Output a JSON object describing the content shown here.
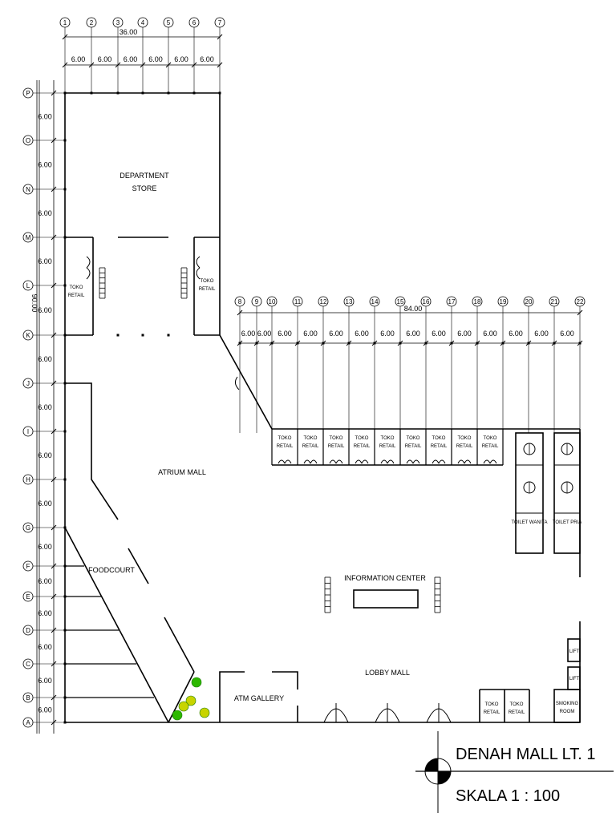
{
  "grid_columns_top": [
    "1",
    "2",
    "3",
    "4",
    "5",
    "6",
    "7"
  ],
  "grid_columns_right": [
    "8",
    "9",
    "10",
    "11",
    "12",
    "13",
    "14",
    "15",
    "16",
    "17",
    "18",
    "19",
    "20",
    "21",
    "22"
  ],
  "grid_rows": [
    "P",
    "O",
    "N",
    "M",
    "L",
    "K",
    "J",
    "I",
    "H",
    "G",
    "F",
    "E",
    "D",
    "C",
    "B",
    "A"
  ],
  "dimensions": {
    "top_total": "36.00",
    "top_bays": [
      "6.00",
      "6.00",
      "6.00",
      "6.00",
      "6.00",
      "6.00"
    ],
    "right_total": "84.00",
    "right_bays": [
      "6.00",
      "6.00",
      "6.00",
      "6.00",
      "6.00",
      "6.00",
      "6.00",
      "6.00",
      "6.00",
      "6.00",
      "6.00",
      "6.00",
      "6.00",
      "6.00"
    ],
    "left_total": "90.00",
    "left_bays": [
      "6.00",
      "6.00",
      "6.00",
      "6.00",
      "6.00",
      "6.00",
      "6.00",
      "6.00",
      "6.00",
      "6.00",
      "6.00",
      "6.00",
      "6.00",
      "6.00",
      "6.00"
    ]
  },
  "rooms": {
    "department_store": [
      "DEPARTMENT",
      "STORE"
    ],
    "atrium": "ATRIUM MALL",
    "foodcourt": "FOODCOURT",
    "information_center": "INFORMATION CENTER",
    "lobby": "LOBBY MALL",
    "atm": "ATM GALLERY",
    "retail": [
      "TOKO",
      "RETAIL"
    ],
    "toilet_women": "TOILET WANITA",
    "toilet_men": "TOILET PRIA",
    "lift": "LIFT",
    "smoking": [
      "SMOKING",
      "ROOM"
    ]
  },
  "title_block": {
    "title": "DENAH MALL LT. 1",
    "scale": "SKALA 1 : 100"
  }
}
